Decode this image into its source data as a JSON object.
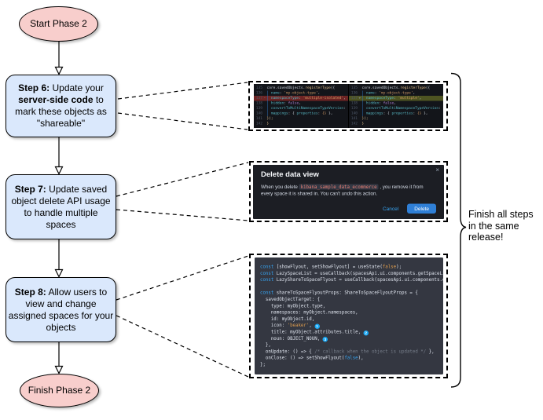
{
  "flowchart": {
    "start_label": "Start Phase 2",
    "finish_label": "Finish Phase 2",
    "steps": [
      {
        "segs": [
          {
            "t": "Step 6:",
            "b": 1
          },
          {
            "t": " Update your "
          },
          {
            "t": "server-side code",
            "b": 1
          },
          {
            "t": " to mark these objects as \"shareable\""
          }
        ]
      },
      {
        "segs": [
          {
            "t": "Step 7:",
            "b": 1
          },
          {
            "t": " Update saved object delete API usage to handle multiple spaces"
          }
        ]
      },
      {
        "segs": [
          {
            "t": "Step 8:",
            "b": 1
          },
          {
            "t": " Allow users to view and change assigned spaces for your objects"
          }
        ]
      }
    ],
    "side_note_lines": [
      "Finish all steps",
      "in the same",
      "release!"
    ]
  },
  "diff_screenshot": {
    "left": {
      "lines": [
        {
          "num": "135",
          "segs": [
            {
              "t": "core.savedObjects."
            },
            {
              "t": "registerType",
              "c": "fn"
            },
            {
              "t": "({"
            }
          ]
        },
        {
          "num": "136",
          "segs": [
            {
              "t": "  "
            },
            {
              "t": "name",
              "c": "key"
            },
            {
              "t": ": "
            },
            {
              "t": "'my-object-type'",
              "c": "str"
            },
            {
              "t": ","
            }
          ]
        },
        {
          "num": "137",
          "marker": "-",
          "hl": "del",
          "segs": [
            {
              "t": "  "
            },
            {
              "t": "namespaceType",
              "c": "key"
            },
            {
              "t": ": "
            },
            {
              "t": "'multiple-isolated'",
              "c": "str"
            },
            {
              "t": ","
            }
          ]
        },
        {
          "num": "138",
          "segs": [
            {
              "t": "  "
            },
            {
              "t": "hidden",
              "c": "key"
            },
            {
              "t": ": "
            },
            {
              "t": "false",
              "c": "kw"
            },
            {
              "t": ","
            }
          ]
        },
        {
          "num": "139",
          "segs": [
            {
              "t": "  "
            },
            {
              "t": "convertToMultiNamespaceTypeVersion",
              "c": "key"
            },
            {
              "t": ": "
            },
            {
              "t": "'",
              "c": "str"
            }
          ]
        },
        {
          "num": "140",
          "segs": [
            {
              "t": "  "
            },
            {
              "t": "mappings",
              "c": "key"
            },
            {
              "t": ": { "
            },
            {
              "t": "properties",
              "c": "key"
            },
            {
              "t": ": "
            },
            {
              "t": "{}",
              "c": "str"
            },
            {
              "t": " },"
            }
          ]
        },
        {
          "num": "141",
          "segs": [
            {
              "t": "});",
              "c": "fn"
            }
          ]
        },
        {
          "num": "142",
          "segs": [
            {
              "t": "}",
              "c": "fn"
            }
          ]
        }
      ]
    },
    "right": {
      "lines": [
        {
          "num": "135",
          "segs": [
            {
              "t": "core.savedObjects."
            },
            {
              "t": "registerType",
              "c": "fn"
            },
            {
              "t": "({"
            }
          ]
        },
        {
          "num": "136",
          "segs": [
            {
              "t": "  "
            },
            {
              "t": "name",
              "c": "key"
            },
            {
              "t": ": "
            },
            {
              "t": "'my-object-type'",
              "c": "str"
            },
            {
              "t": ","
            }
          ]
        },
        {
          "num": "137",
          "marker": "+",
          "hl": "add",
          "segs": [
            {
              "t": "  "
            },
            {
              "t": "namespaceType",
              "c": "key"
            },
            {
              "t": ": "
            },
            {
              "t": "'multiple'",
              "c": "str"
            },
            {
              "t": ","
            }
          ]
        },
        {
          "num": "138",
          "segs": [
            {
              "t": "  "
            },
            {
              "t": "hidden",
              "c": "key"
            },
            {
              "t": ": "
            },
            {
              "t": "false",
              "c": "kw"
            },
            {
              "t": ","
            }
          ]
        },
        {
          "num": "139",
          "segs": [
            {
              "t": "  "
            },
            {
              "t": "convertToMultiNamespaceTypeVersion",
              "c": "key"
            },
            {
              "t": ": "
            },
            {
              "t": "'",
              "c": "str"
            }
          ]
        },
        {
          "num": "140",
          "segs": [
            {
              "t": "  "
            },
            {
              "t": "mappings",
              "c": "key"
            },
            {
              "t": ": { "
            },
            {
              "t": "properties",
              "c": "key"
            },
            {
              "t": ": "
            },
            {
              "t": "{}",
              "c": "str"
            },
            {
              "t": " },"
            }
          ]
        },
        {
          "num": "141",
          "segs": [
            {
              "t": "});",
              "c": "fn"
            }
          ]
        },
        {
          "num": "142",
          "segs": [
            {
              "t": "}",
              "c": "fn"
            }
          ]
        }
      ]
    }
  },
  "dialog_screenshot": {
    "title": "Delete data view",
    "close_icon": "×",
    "body_prefix": "When you delete ",
    "code_chip": "kibana_sample_data_ecommerce",
    "body_suffix": " , you remove it from every space it is shared in. You can't undo this action.",
    "cancel_label": "Cancel",
    "delete_label": "Delete"
  },
  "code_screenshot": {
    "lines": [
      {
        "segs": [
          {
            "t": "const ",
            "c": "kw"
          },
          {
            "t": "[showFlyout, setShowFlyout] = useState("
          },
          {
            "t": "false",
            "c": "str"
          },
          {
            "t": ");"
          }
        ]
      },
      {
        "segs": [
          {
            "t": "const ",
            "c": "kw"
          },
          {
            "t": "LazySpaceList = useCallback(spacesApi.ui.components.getSpaceLis"
          }
        ]
      },
      {
        "segs": [
          {
            "t": "const ",
            "c": "kw"
          },
          {
            "t": "LazyShareToSpaceFlyout = useCallback(spacesApi.ui.components.ge"
          }
        ]
      },
      {
        "segs": []
      },
      {
        "segs": [
          {
            "t": "const ",
            "c": "kw"
          },
          {
            "t": "shareToSpaceFlyoutProps: ShareToSpaceFlyoutProps = {"
          }
        ]
      },
      {
        "segs": [
          {
            "t": "  savedObjectTarget: {"
          }
        ]
      },
      {
        "segs": [
          {
            "t": "    type: myObject.type,"
          }
        ]
      },
      {
        "segs": [
          {
            "t": "    namespaces: myObject.namespaces,"
          }
        ]
      },
      {
        "segs": [
          {
            "t": "    id: myObject.id,"
          }
        ]
      },
      {
        "segs": [
          {
            "t": "    icon: "
          },
          {
            "t": "'beaker'",
            "c": "str"
          },
          {
            "t": ", "
          },
          {
            "t": "1",
            "c": "badge"
          }
        ]
      },
      {
        "segs": [
          {
            "t": "    title: myObject.attributes.title, "
          },
          {
            "t": "2",
            "c": "badge"
          }
        ]
      },
      {
        "segs": [
          {
            "t": "    noun: OBJECT_NOUN, "
          },
          {
            "t": "3",
            "c": "badge"
          }
        ]
      },
      {
        "segs": [
          {
            "t": "  },"
          }
        ]
      },
      {
        "segs": [
          {
            "t": "  onUpdate: () => { "
          },
          {
            "t": "/* callback when the object is updated */",
            "c": "comment"
          },
          {
            "t": " },"
          }
        ]
      },
      {
        "segs": [
          {
            "t": "  onClose: () => setShowFlyout("
          },
          {
            "t": "false",
            "c": "kw"
          },
          {
            "t": "),"
          }
        ]
      },
      {
        "segs": [
          {
            "t": "};"
          }
        ]
      }
    ]
  },
  "colors": {
    "terminal_node_fill": "#F8CECC",
    "step_node_fill": "#DAE8FC",
    "diff_removed_bg": "#6D2424",
    "diff_added_bg": "#4E5422",
    "dialog_bg": "#1C1E24",
    "dialog_primary_button": "#2F7FD6",
    "link_blue": "#36A2EF",
    "callout_badge_blue": "#1BA9F5",
    "code_bg": "#343741"
  }
}
